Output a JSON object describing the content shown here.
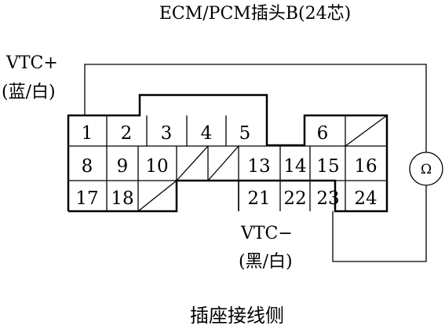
{
  "title": "ECM/PCM插头B(24芯)",
  "footer": "插座接线侧",
  "vtc_plus": {
    "name": "VTC+",
    "color": "(蓝/白)"
  },
  "vtc_minus": {
    "name": "VTC−",
    "color": "(黑/白)"
  },
  "meter_symbol": "Ω",
  "pins": [
    "1",
    "2",
    "3",
    "4",
    "5",
    "6",
    "8",
    "9",
    "10",
    "13",
    "14",
    "15",
    "16",
    "17",
    "18",
    "21",
    "22",
    "23",
    "24"
  ]
}
